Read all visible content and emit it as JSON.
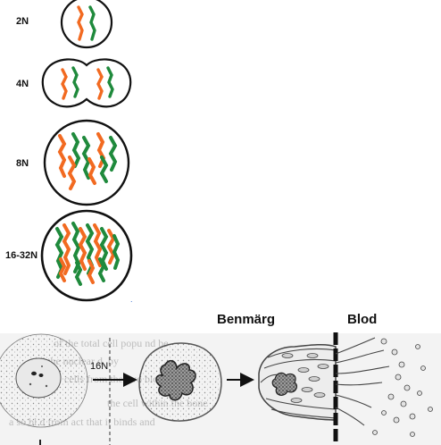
{
  "ploidy_stages": [
    {
      "label": "2N"
    },
    {
      "label": "4N"
    },
    {
      "label": "8N"
    },
    {
      "label": "16-32N"
    }
  ],
  "process": {
    "arrow_label": "16N",
    "bone_marrow_label": "Benmärg",
    "blood_label": "Blod"
  },
  "background_text": [
    "of the total cell popu      nd be",
    "of the nuclear               d, by",
    "cells from the two blood sign",
    "the cell           within the bone",
    "a so bl  d from   act that it binds and"
  ],
  "colors": {
    "chromosome_orange": "#f26a21",
    "chromosome_green": "#1f8a3c",
    "outline": "#111111"
  }
}
